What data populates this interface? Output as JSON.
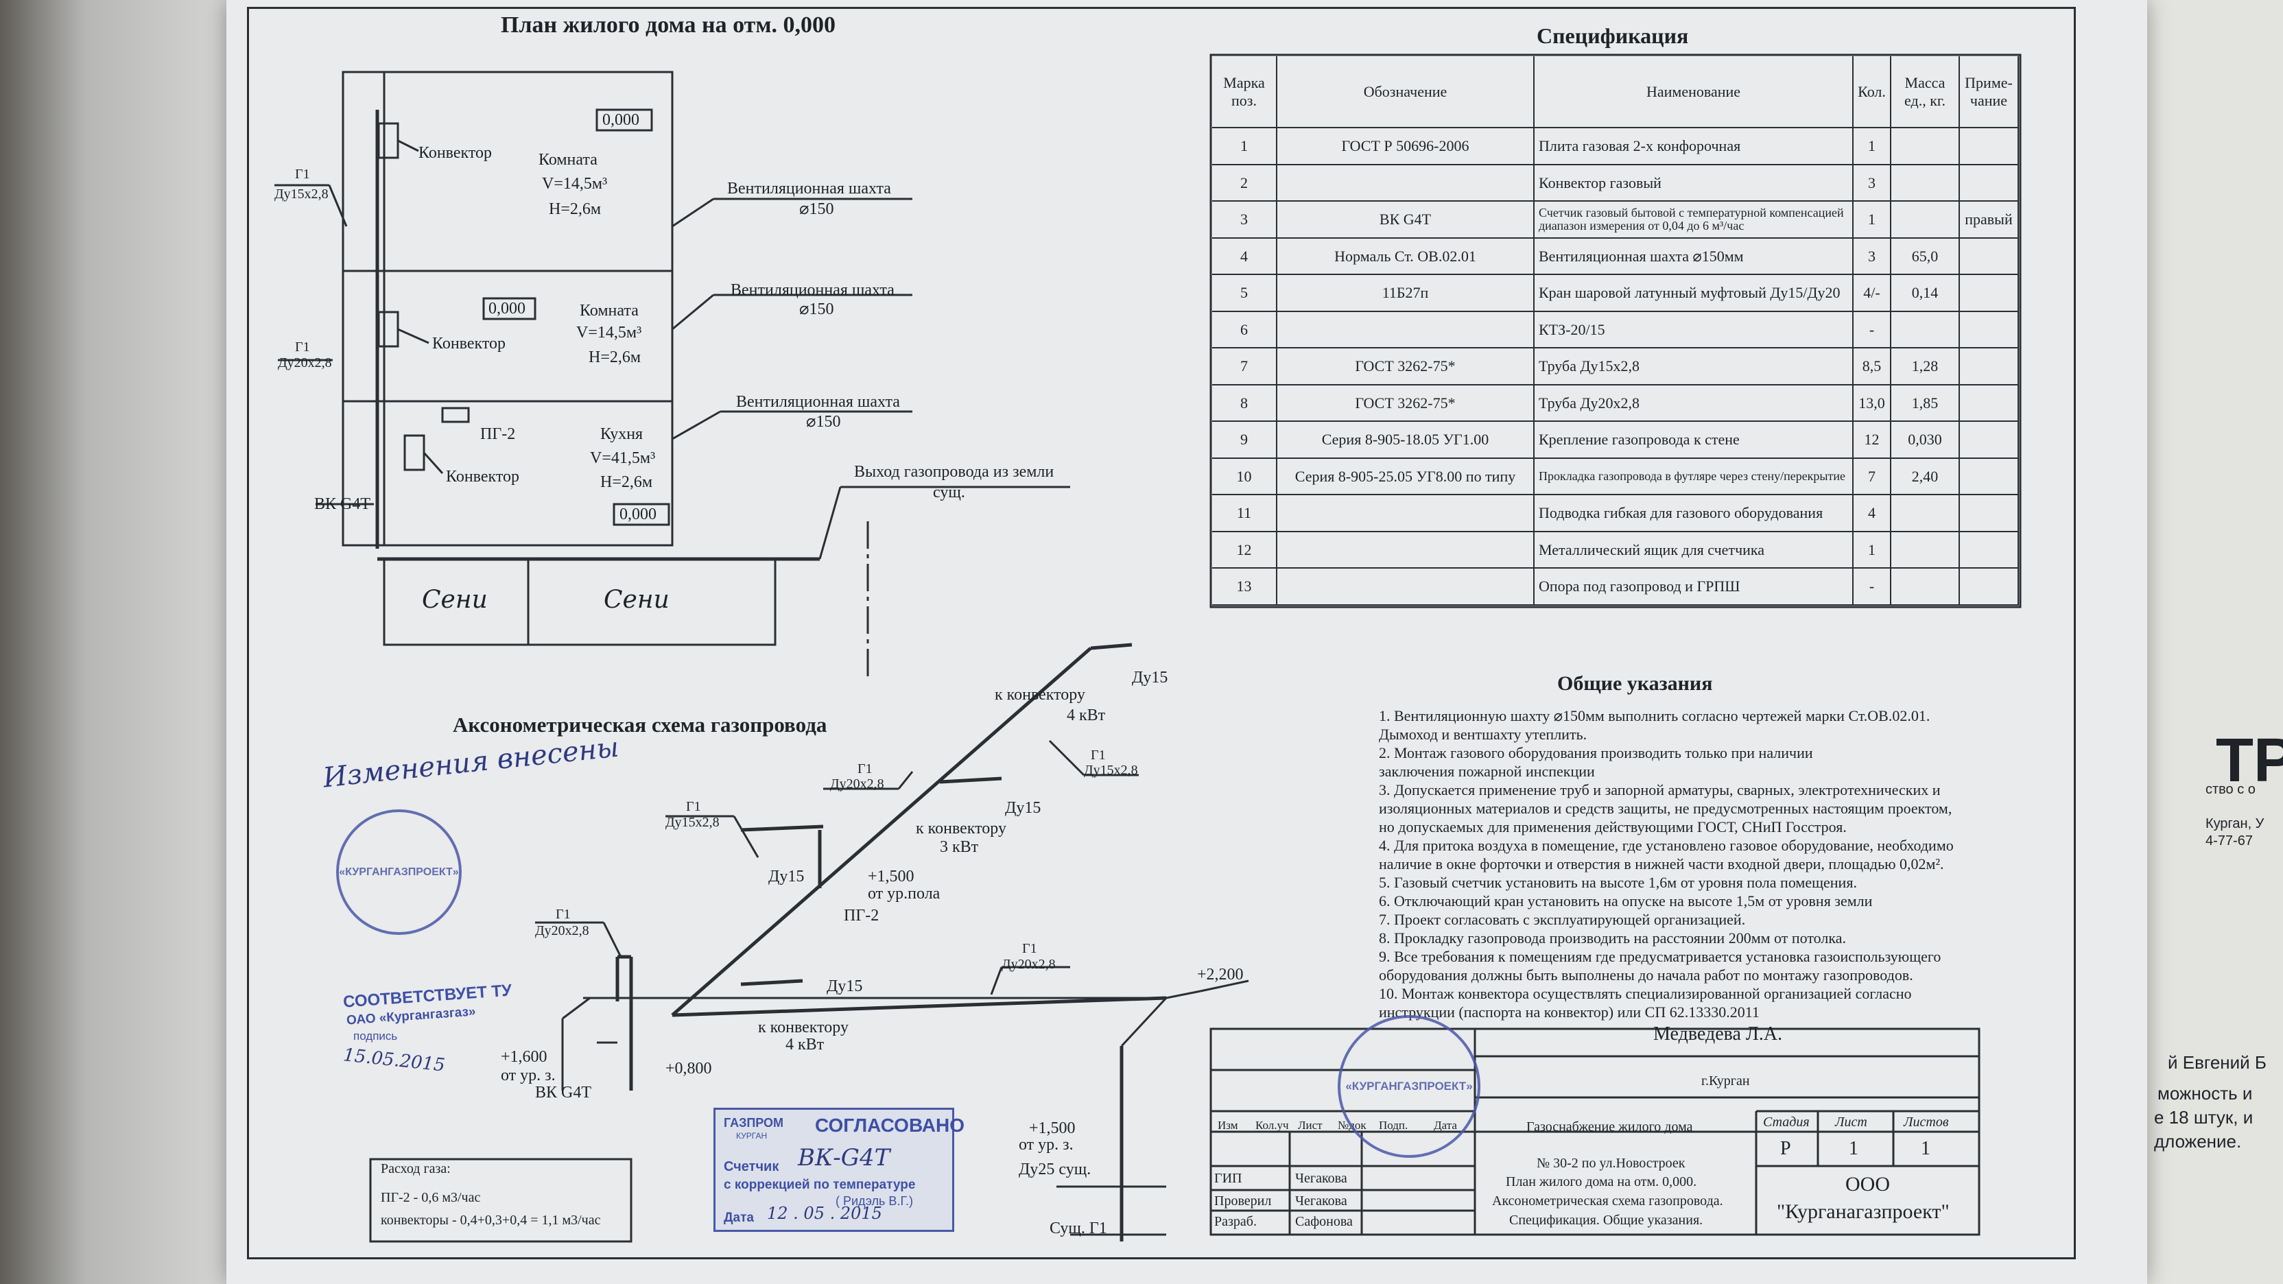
{
  "plan": {
    "title": "План жилого дома на отм. 0,000",
    "rooms": [
      {
        "name": "Комната",
        "volume": "V=14,5м³",
        "height": "H=2,6м",
        "level": "0,000"
      },
      {
        "name": "Комната",
        "volume": "V=14,5м³",
        "height": "H=2,6м",
        "level": "0,000"
      },
      {
        "name": "Кухня",
        "volume": "V=41,5м³",
        "height": "H=2,6м",
        "level": "0,000"
      }
    ],
    "convector": "Конвектор",
    "vent": "Вентиляционная шахта",
    "vent_dia": "⌀150",
    "pg": "ПГ-2",
    "meter": "ВК G4T",
    "pipe_g1": "Г1",
    "pipe_15": "Ду15х2,8",
    "pipe_20": "Ду20х2,8",
    "exit": "Выход газопровода из земли",
    "exit2": "сущ.",
    "seni": "Сени"
  },
  "axon": {
    "title": "Аксонометрическая схема газопровода",
    "g1": "Г1",
    "du15x": "Ду15х2,8",
    "du20x": "Ду20х2,8",
    "du15": "Ду15",
    "du25": "Ду25 сущ.",
    "conv4": "к конвектору",
    "conv4kw": "4 кВт",
    "conv3kw": "3 кВт",
    "pg2": "ПГ-2",
    "level_1500": "+1,500",
    "from_floor": "от ур.пола",
    "level_1600": "+1,600",
    "from_ground": "от ур. з.",
    "level_0800": "+0,800",
    "level_2200": "+2,200",
    "level_1500b": "+1,500",
    "from_ground_b": "от ур. з.",
    "meter": "ВК G4T",
    "existing": "Сущ. Г1"
  },
  "gas_flow": {
    "title": "Расход газа:",
    "line1": "ПГ-2 - 0,6 м3/час",
    "line2": "конвекторы - 0,4+0,3+0,4 = 1,1 м3/час"
  },
  "spec": {
    "title": "Спецификация",
    "headers": [
      "Марка поз.",
      "Обозначение",
      "Наименование",
      "Кол.",
      "Масса ед., кг.",
      "Приме- чание"
    ],
    "rows": [
      [
        "1",
        "ГОСТ Р 50696-2006",
        "Плита газовая 2-х конфорочная",
        "1",
        "",
        ""
      ],
      [
        "2",
        "",
        "Конвектор газовый",
        "3",
        "",
        ""
      ],
      [
        "3",
        "ВК G4T",
        "Счетчик газовый бытовой с температурной компенсацией диапазон измерения от 0,04 до 6 м³/час",
        "1",
        "",
        "правый"
      ],
      [
        "4",
        "Нормаль Ст. ОВ.02.01",
        "Вентиляционная шахта ⌀150мм",
        "3",
        "65,0",
        ""
      ],
      [
        "5",
        "11Б27п",
        "Кран шаровой латунный муфтовый Ду15/Ду20",
        "4/-",
        "0,14",
        ""
      ],
      [
        "6",
        "",
        "КТЗ-20/15",
        "-",
        "",
        ""
      ],
      [
        "7",
        "ГОСТ 3262-75*",
        "Труба Ду15х2,8",
        "8,5",
        "1,28",
        ""
      ],
      [
        "8",
        "ГОСТ 3262-75*",
        "Труба Ду20х2,8",
        "13,0",
        "1,85",
        ""
      ],
      [
        "9",
        "Серия 8-905-18.05 УГ1.00",
        "Крепление газопровода к стене",
        "12",
        "0,030",
        ""
      ],
      [
        "10",
        "Серия 8-905-25.05 УГ8.00 по типу",
        "Прокладка газопровода в футляре через стену/перекрытие",
        "7",
        "2,40",
        ""
      ],
      [
        "11",
        "",
        "Подводка гибкая для газового оборудования",
        "4",
        "",
        ""
      ],
      [
        "12",
        "",
        "Металлический ящик для счетчика",
        "1",
        "",
        ""
      ],
      [
        "13",
        "",
        "Опора под газопровод и ГРПШ",
        "-",
        "",
        ""
      ]
    ]
  },
  "notes": {
    "title": "Общие указания",
    "items": [
      "1. Вентиляционную шахту ⌀150мм выполнить согласно чертежей марки Ст.ОВ.02.01.",
      "Дымоход и вентшахту утеплить.",
      "2. Монтаж газового оборудования производить только при наличии",
      "заключения пожарной инспекции",
      "3. Допускается применение труб и запорной арматуры, сварных, электротехнических и",
      "изоляционных материалов и средств защиты, не предусмотренных настоящим проектом,",
      "но допускаемых для применения действующими ГОСТ, СНиП Госстроя.",
      "4. Для притока воздуха в помещение, где установлено газовое оборудование, необходимо",
      "наличие в окне форточки и отверстия в нижней части входной двери, площадью 0,02м².",
      "5. Газовый счетчик установить на высоте 1,6м от уровня пола помещения.",
      "6. Отключающий кран установить на опуске на высоте 1,5м от уровня земли",
      "7. Проект согласовать с эксплуатирующей организацией.",
      "8. Прокладку газопровода производить на расстоянии 200мм от потолка.",
      "9. Все требования к помещениям где предусматривается установка газоиспользующего",
      "оборудования должны быть выполнены до начала работ по монтажу газопроводов.",
      "10. Монтаж конвектора осуществлять специализированной организацией согласно",
      "инструкции (паспорта на конвектор) или СП 62.13330.2011"
    ]
  },
  "title_block": {
    "owner": "Медведева Л.А.",
    "city": "г.Курган",
    "project": "Газоснабжение жилого дома",
    "address": "№ 30-2 по ул.Новостроек",
    "sheet_desc1": "План жилого дома на отм. 0,000.",
    "sheet_desc2": "Аксонометрическая схема газопровода.",
    "sheet_desc3": "Спецификация. Общие указания.",
    "cols": [
      "Изм",
      "Кол.уч",
      "Лист",
      "№док",
      "Подп.",
      "Дата"
    ],
    "stage_h": "Стадия",
    "sheet_h": "Лист",
    "sheets_h": "Листов",
    "stage": "Р",
    "sheet": "1",
    "sheets": "1",
    "roles": [
      {
        "role": "ГИП",
        "name": "Чегакова"
      },
      {
        "role": "Проверил",
        "name": "Чегакова"
      },
      {
        "role": "Разраб.",
        "name": "Сафонова"
      }
    ],
    "org1": "ООО",
    "org2": "\"Курганагазпроект\""
  },
  "stamps": {
    "handwritten1": "Изменения внесены",
    "gazprom_top": "ГАЗПРОМ",
    "gazprom_city": "КУРГАН",
    "agreed": "СОГЛАСОВАНО",
    "meter_label": "Счетчик",
    "meter_hand": "ВК-G4T",
    "correction": "с коррекцией по температуре",
    "signer": "( Ридэль В.Г.)",
    "date_label": "Дата",
    "date_hand": "12 . 05 . 2015",
    "tu1": "СООТВЕТСТВУЕТ ТУ",
    "tu2": "ОАО «Кургангазгаз»",
    "tu3": "подпись",
    "tu_date": "15.05.2015",
    "round1": "«КУРГАНГАЗПРОЕКТ»",
    "round2": "«КУРГАНГАЗПРОЕКТ»"
  },
  "right_edge": {
    "big": "ТР",
    "l1": "ство с о",
    "l2": "Курган, У",
    "l3": "4-77-67",
    "l4": "й Евгений Б",
    "l5": "можность и",
    "l6": "е 18 штук, и",
    "l7": "дложение."
  }
}
